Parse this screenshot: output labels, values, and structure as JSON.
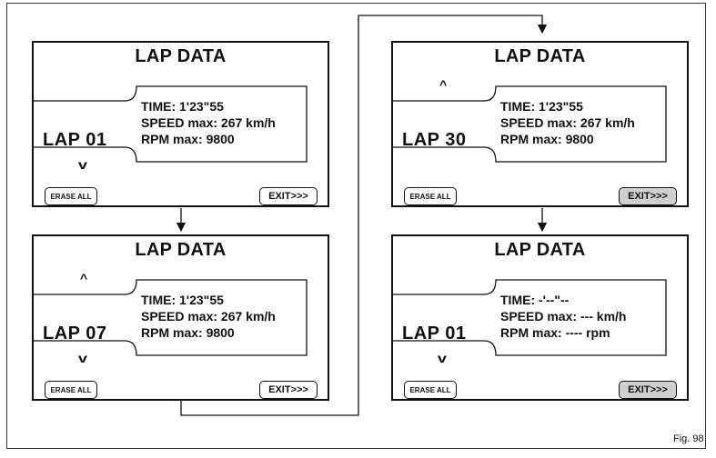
{
  "panels": [
    {
      "title": "LAP DATA",
      "lap": "LAP 01",
      "up": "",
      "down": "v",
      "time": "TIME: 1'23\"55",
      "speed": "SPEED max: 267 km/h",
      "rpm": "RPM max: 9800",
      "erase": "ERASE ALL",
      "exit": "EXIT>>>",
      "exit_active": false
    },
    {
      "title": "LAP DATA",
      "lap": "LAP 07",
      "up": "^",
      "down": "v",
      "time": "TIME: 1'23\"55",
      "speed": "SPEED max: 267 km/h",
      "rpm": "RPM max: 9800",
      "erase": "ERASE ALL",
      "exit": "EXIT>>>",
      "exit_active": false
    },
    {
      "title": "LAP DATA",
      "lap": "LAP 30",
      "up": "^",
      "down": "",
      "time": "TIME: 1'23\"55",
      "speed": "SPEED max: 267 km/h",
      "rpm": "RPM max: 9800",
      "erase": "ERASE ALL",
      "exit": "EXIT>>>",
      "exit_active": true
    },
    {
      "title": "LAP DATA",
      "lap": "LAP 01",
      "up": "",
      "down": "v",
      "time": "TIME: -'--\"--",
      "speed": "SPEED max: --- km/h",
      "rpm": "RPM max: ---- rpm",
      "erase": "ERASE ALL",
      "exit": "EXIT>>>",
      "exit_active": true
    }
  ],
  "figure_label": "Fig. 98"
}
